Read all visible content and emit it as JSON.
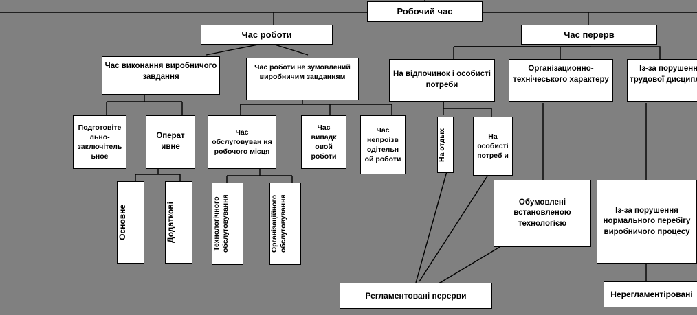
{
  "diagram": {
    "title": "Робочий час",
    "background_color": "#808080",
    "box_fill": "#ffffff",
    "box_border": "#000000",
    "text_color": "#000000",
    "nodes": {
      "root": "Робочий час",
      "work_time": "Час роботи",
      "break_time": "Час перерв",
      "task_execution": "Час виконання виробничого  завдання",
      "not_task_related": "Час роботи не зумовлений виробничим  завданням",
      "rest_personal": "На відпочинок і особисті потреби",
      "org_technical": "Організационно-технічеського характеру",
      "labor_discipline": "Із-за порушення трудової дисципліни",
      "preparatory_final": "Подготовіте льно-заключітель ьное",
      "operative": "Операт ивне",
      "workplace_service": "Час обслуговуван ня робочого місця",
      "casual_work": "Час випадк овой роботи",
      "unproductive_work": "Час непроізв одітельн ой роботи",
      "main": "Основне",
      "additional": "Додаткові",
      "technological_service": "Технологічного обслуговування",
      "organizational_service": "Організаційного обслуговування",
      "for_rest": "На отдых",
      "for_personal": "На особисті потреб и",
      "determined_by_tech": "Обумовлені встановленою технологією",
      "production_disruption": "Із-за порушення нормального перебігу виробничого процесу",
      "regulated_breaks": "Регламентовані перерви",
      "unregulated_breaks": "Нерегламентіровані"
    }
  }
}
